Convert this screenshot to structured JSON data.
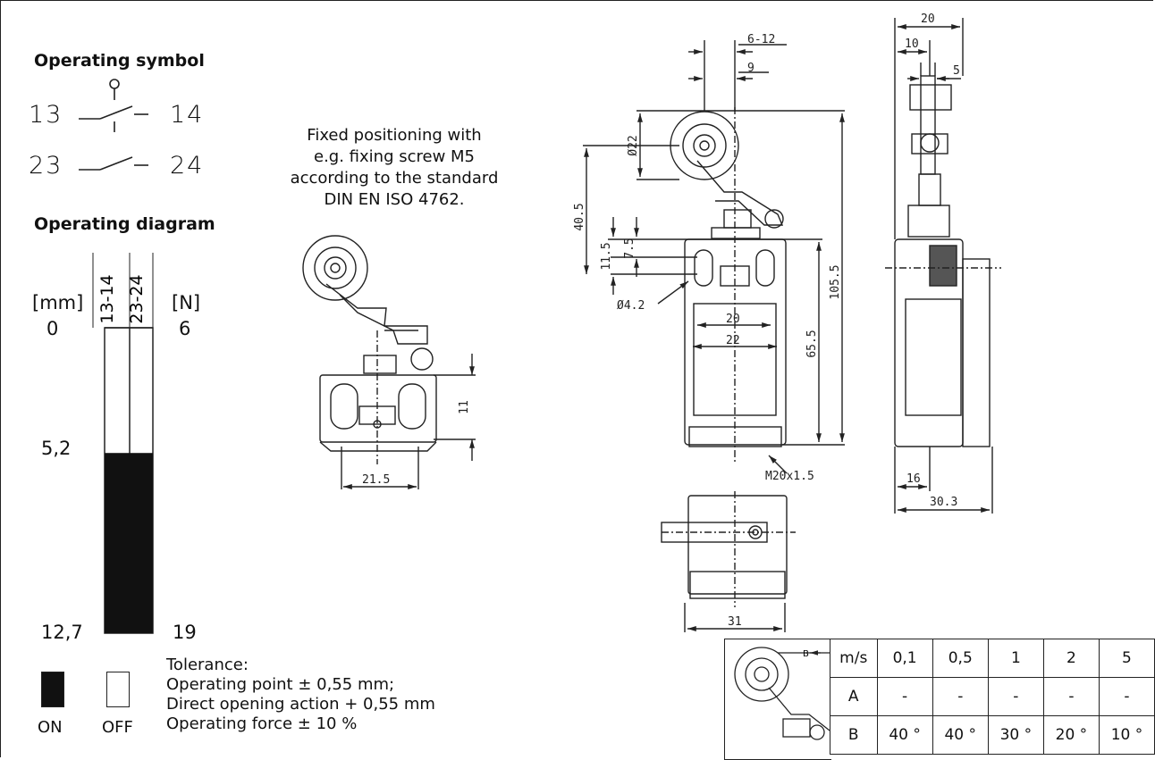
{
  "operating_symbol": {
    "title": "Operating symbol",
    "contact1_left": "13",
    "contact1_right": "14",
    "contact2_left": "23",
    "contact2_right": "24"
  },
  "operating_diagram": {
    "title": "Operating diagram",
    "unit_left": "[mm]",
    "unit_right": "[N]",
    "col1": "13-14",
    "col2": "23-24",
    "top_left": "0",
    "top_right": "6",
    "switch_point": "5,2",
    "bottom_left": "12,7",
    "bottom_right": "19",
    "switch_fraction": 0.41
  },
  "legend": {
    "on": "ON",
    "off": "OFF"
  },
  "tolerance": {
    "line1": "Tolerance:",
    "line2": "Operating point ± 0,55 mm;",
    "line3": "Direct opening action + 0,55 mm",
    "line4": "Operating force ± 10 %"
  },
  "note": {
    "line1": "Fixed positioning with",
    "line2": "e.g. fixing screw M5",
    "line3": "according to the standard",
    "line4": "DIN EN ISO 4762."
  },
  "dimensions": {
    "d_21_5": "21.5",
    "d_11": "11",
    "d_6_12": "6-12",
    "d_9": "9",
    "d_dia22": "Ø22",
    "d_40_5": "40.5",
    "d_11_5": "11.5",
    "d_7_5": "7.5",
    "d_dia4_2": "Ø4.2",
    "d_20": "20",
    "d_22": "22",
    "d_65_5": "65.5",
    "d_105_5": "105.5",
    "d_m20": "M20x1.5",
    "d_31": "31",
    "s_20": "20",
    "s_10": "10",
    "s_5": "5",
    "s_16": "16",
    "s_30_3": "30.3",
    "b_marker": "B"
  },
  "speed_table": {
    "header": [
      "m/s",
      "0,1",
      "0,5",
      "1",
      "2",
      "5"
    ],
    "row_a": [
      "A",
      "-",
      "-",
      "-",
      "-",
      "-"
    ],
    "row_b": [
      "B",
      "40 °",
      "40 °",
      "30 °",
      "20 °",
      "10 °"
    ]
  }
}
